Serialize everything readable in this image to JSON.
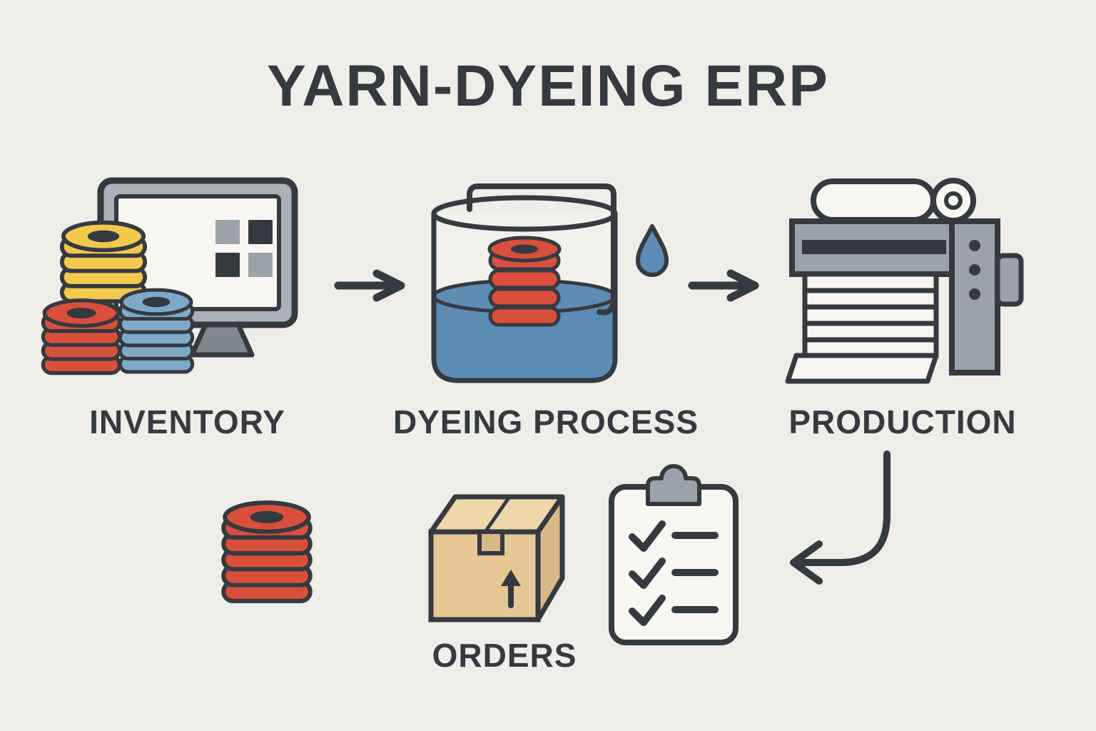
{
  "title": "YARN-DYEING ERP",
  "flow": {
    "inventory": {
      "label": "INVENTORY"
    },
    "dyeing_process": {
      "label": "DYEING PROCESS"
    },
    "production": {
      "label": "PRODUCTION"
    },
    "orders": {
      "label": "ORDERS"
    }
  },
  "icons": {
    "inventory": [
      "yarn-stack-yellow",
      "yarn-stack-red",
      "yarn-stack-blue",
      "inventory-monitor"
    ],
    "dyeing_process": [
      "dye-vat",
      "submerged-yarn-spool",
      "feed-tube",
      "dye-droplet"
    ],
    "production": [
      "fabric-printing-machine",
      "paper-roll"
    ],
    "bottom_row": [
      "yarn-spool-red",
      "shipping-box",
      "checklist-clipboard"
    ],
    "connectors": [
      "arrow-right",
      "arrow-right",
      "curved-arrow-down-left"
    ]
  },
  "colors": {
    "background": "#efede7",
    "outline": "#343a40",
    "yarn_yellow": "#f2c84d",
    "yarn_red": "#d94f3c",
    "yarn_blue": "#7fa9c8",
    "dye_liquid": "#5d8cb4",
    "machine_gray": "#9ba2aa",
    "box_tan": "#e6c795",
    "paper_white": "#f8f6f1"
  }
}
